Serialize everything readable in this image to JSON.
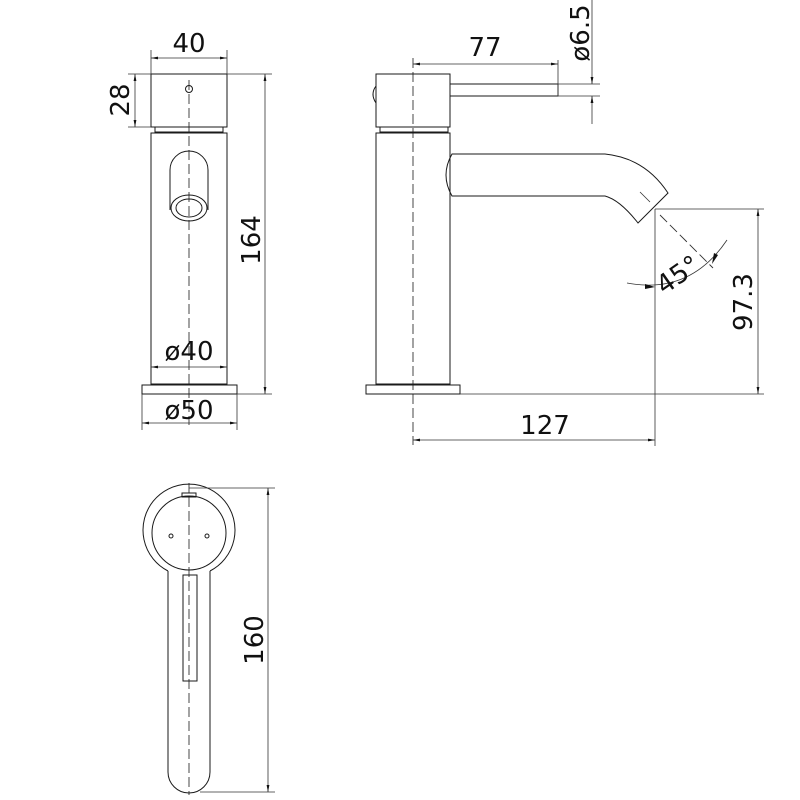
{
  "drawing": {
    "front_view": {
      "width_top": "40",
      "cap_height": "28",
      "total_height": "164",
      "body_diameter": "ø40",
      "base_diameter": "ø50"
    },
    "side_view": {
      "lever_length": "77",
      "lever_diameter": "ø6.5",
      "spout_height": "97.3",
      "spout_reach": "127",
      "spout_angle": "45°"
    },
    "top_view": {
      "handle_length": "160"
    },
    "line_color": "#1a1a1a"
  }
}
